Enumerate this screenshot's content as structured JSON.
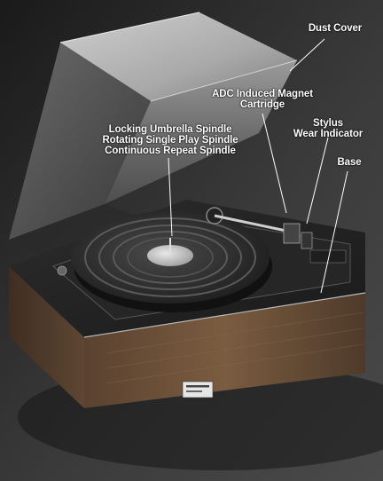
{
  "callouts": {
    "dust_cover": "Dust Cover",
    "cartridge": [
      "ADC Induced Magnet",
      "Cartridge"
    ],
    "stylus": [
      "Stylus",
      "Wear Indicator"
    ],
    "base": "Base",
    "spindle": [
      "Locking Umbrella Spindle",
      "Rotating Single Play Spindle",
      "Continuous Repeat Spindle"
    ]
  },
  "colors": {
    "background": "#2a2a2a",
    "dust_cover": "#8c8c8c",
    "wood_base": "#6e5238",
    "platter": "#3a3a3a",
    "label_text": "#ffffff"
  }
}
